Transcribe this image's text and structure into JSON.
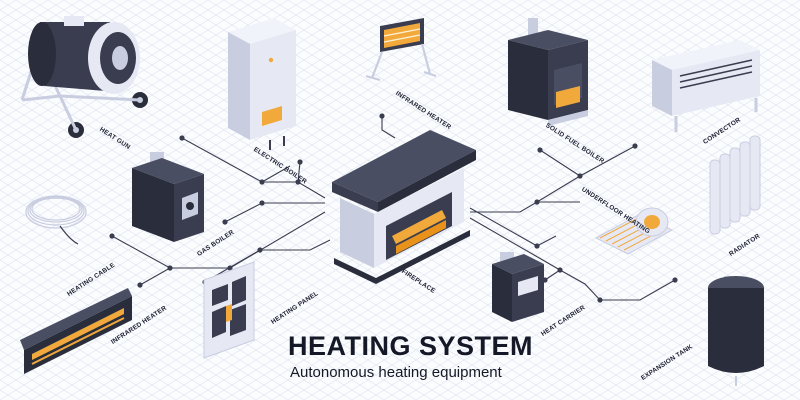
{
  "title": "HEATING SYSTEM",
  "subtitle": "Autonomous heating equipment",
  "colors": {
    "dark": "#3a3d4f",
    "darker": "#2a2d3b",
    "light": "#e6e9f4",
    "mid": "#c9cde0",
    "accent": "#f2a93b",
    "line": "#3a3d4f",
    "grid": "#dde2ee"
  },
  "labels": {
    "heat_gun": "HEAT GUN",
    "electric_boiler": "ELECTRIC BOILER",
    "infrared_heater_top": "INFRARED HEATER",
    "solid_fuel_boiler": "SOLID FUEL BOILER",
    "convector": "CONVECTOR",
    "underfloor_heating": "UNDERFLOOR HEATING",
    "radiator": "RADIATOR",
    "gas_boiler": "GAS BOILER",
    "heating_cable": "HEATING CABLE",
    "infrared_heater_bottom": "INFRARED HEATER",
    "heating_panel": "HEATING PANEL",
    "fireplace": "FIREPLACE",
    "heat_carrier": "HEAT CARRIER",
    "expansion_tank": "EXPANSION TANK"
  }
}
